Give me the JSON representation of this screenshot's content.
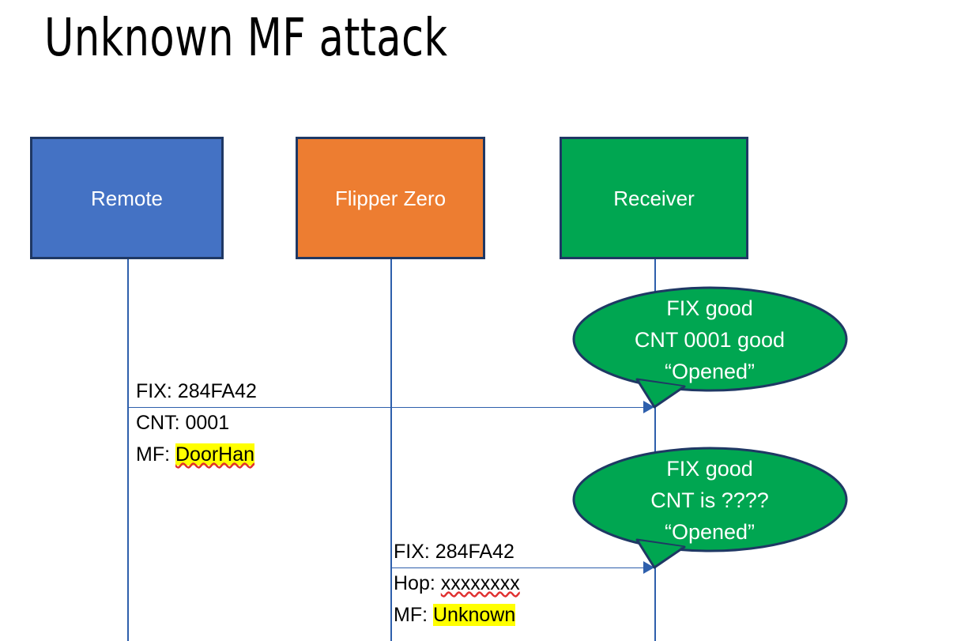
{
  "slide": {
    "title": "Unknown MF attack",
    "background": "#FFFFFF"
  },
  "colors": {
    "remote": "#4472C4",
    "flipper": "#ED7D31",
    "receiver": "#00A651",
    "border": "#1F3864",
    "line": "#2E5FAC",
    "highlight": "#FFFF00",
    "spellcheck": "#E03030",
    "bubble_fill": "#00A651",
    "bubble_stroke": "#1F3864"
  },
  "actors": [
    {
      "id": "remote",
      "label": "Remote",
      "color": "#4472C4"
    },
    {
      "id": "flipper",
      "label": "Flipper Zero",
      "color": "#ED7D31"
    },
    {
      "id": "receiver",
      "label": "Receiver",
      "color": "#00A651"
    }
  ],
  "messages": [
    {
      "id": "msg-remote-to-receiver",
      "from": "remote",
      "to": "receiver",
      "lines": [
        {
          "label": "FIX: ",
          "value": "284FA42",
          "highlight": false,
          "spellcheck": false
        },
        {
          "label": "CNT: ",
          "value": "0001",
          "highlight": false,
          "spellcheck": false
        },
        {
          "label": "MF: ",
          "value": "DoorHan",
          "highlight": true,
          "spellcheck": true
        }
      ]
    },
    {
      "id": "msg-flipper-to-receiver",
      "from": "flipper",
      "to": "receiver",
      "lines": [
        {
          "label": "FIX: ",
          "value": "284FA42",
          "highlight": false,
          "spellcheck": false
        },
        {
          "label": "Hop: ",
          "value": "xxxxxxxx",
          "highlight": false,
          "spellcheck": true
        },
        {
          "label": "MF: ",
          "value": "Unknown",
          "highlight": true,
          "spellcheck": false
        }
      ]
    }
  ],
  "bubbles": [
    {
      "id": "bubble-first-response",
      "owner": "receiver",
      "lines": [
        "FIX good",
        "CNT 0001 good",
        "“Opened”"
      ]
    },
    {
      "id": "bubble-second-response",
      "owner": "receiver",
      "lines": [
        "FIX good",
        "CNT is ????",
        "“Opened”"
      ]
    }
  ]
}
